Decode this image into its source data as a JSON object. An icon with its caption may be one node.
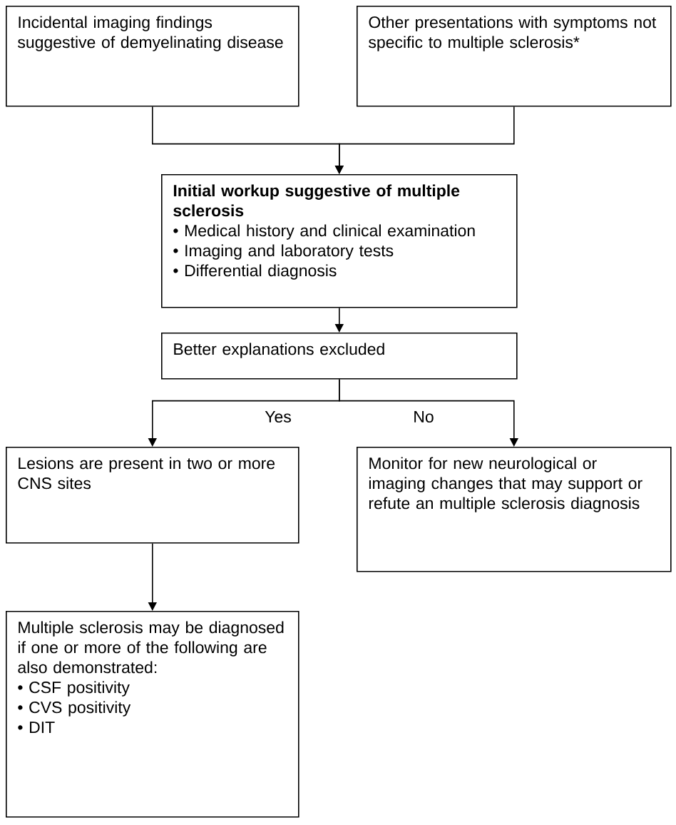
{
  "diagram": {
    "nodes": [
      {
        "text": [
          "Incidental imaging findings suggestive of demyelinating disease"
        ]
      },
      {
        "text": [
          "Other presentations with symptoms not specific to multiple sclerosis*"
        ]
      },
      {
        "text": [
          "Initial workup suggestive of multiple sclerosis",
          "• Medical history and clinical examination",
          "• Imaging and laboratory tests",
          "• Differential diagnosis"
        ]
      },
      {
        "text": [
          "Better explanations excluded"
        ]
      },
      {
        "text": [
          "Lesions are present in two or more CNS sites"
        ]
      },
      {
        "text": [
          "Monitor for new neurological or imaging changes that may support or refute an multiple sclerosis diagnosis"
        ]
      },
      {
        "text": [
          "Multiple sclerosis may be diagnosed if one or more of the following are also demonstrated:",
          "• CSF positivity",
          "• CVS positivity",
          "• DIT"
        ]
      }
    ],
    "edges": [
      {
        "from": 0,
        "to": 2,
        "arrow": "to"
      },
      {
        "from": 1,
        "to": 2,
        "arrow": "to"
      },
      {
        "from": 2,
        "to": 3,
        "arrow": "to"
      },
      {
        "from": 3,
        "to": 4,
        "label": "Yes",
        "arrow": "to"
      },
      {
        "from": 3,
        "to": 5,
        "label": "No",
        "arrow": "to"
      },
      {
        "from": 4,
        "to": 6,
        "arrow": "to"
      }
    ]
  }
}
